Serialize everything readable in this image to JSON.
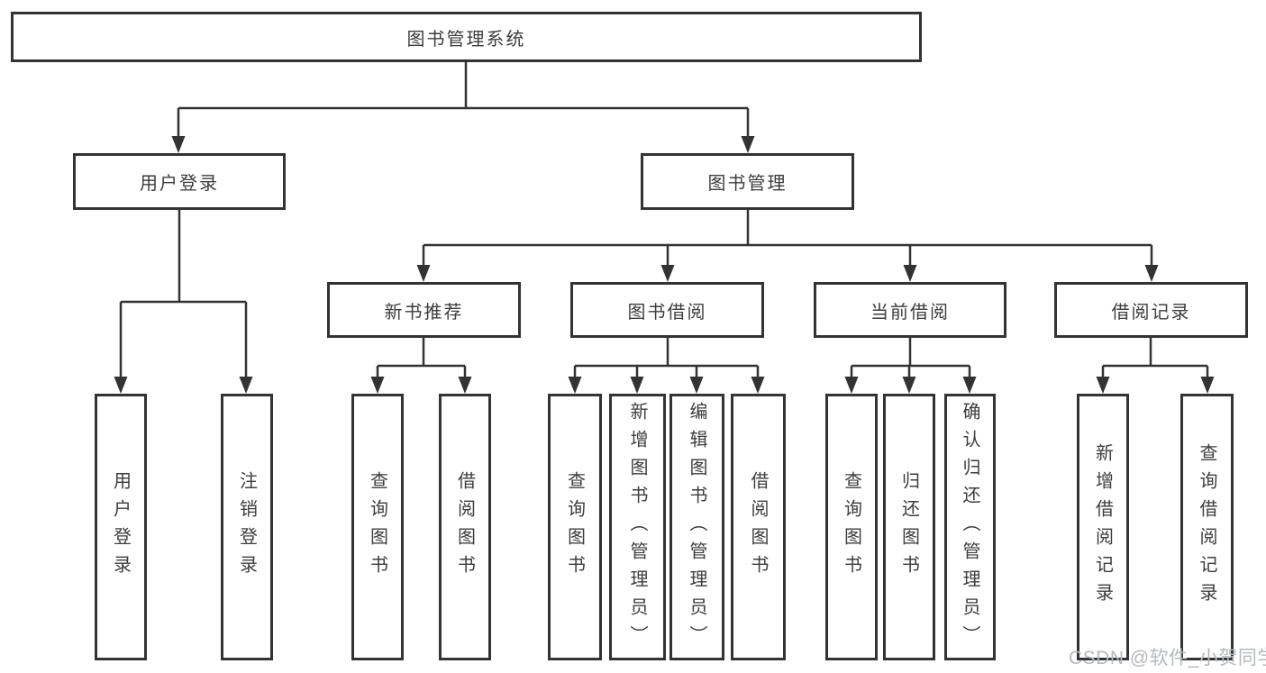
{
  "diagram": {
    "root": "图书管理系统",
    "branches": [
      {
        "label": "用户登录",
        "children": [
          {
            "label": "用户登录"
          },
          {
            "label": "注销登录"
          }
        ]
      },
      {
        "label": "图书管理",
        "children": [
          {
            "label": "新书推荐",
            "children": [
              {
                "label": "查询图书"
              },
              {
                "label": "借阅图书"
              }
            ]
          },
          {
            "label": "图书借阅",
            "children": [
              {
                "label": "查询图书"
              },
              {
                "label": "新增图书（管理员）"
              },
              {
                "label": "编辑图书（管理员）"
              },
              {
                "label": "借阅图书"
              }
            ]
          },
          {
            "label": "当前借阅",
            "children": [
              {
                "label": "查询图书"
              },
              {
                "label": "归还图书"
              },
              {
                "label": "确认归还（管理员）"
              }
            ]
          },
          {
            "label": "借阅记录",
            "children": [
              {
                "label": "新增借阅记录"
              },
              {
                "label": "查询借阅记录"
              }
            ]
          }
        ]
      }
    ]
  },
  "watermark": {
    "text": "CSDN @软件_小贺同学"
  },
  "colors": {
    "line": "#333333",
    "text": "#3d3d3d",
    "watermark": "#b5b8bd",
    "background": "#ffffff"
  }
}
